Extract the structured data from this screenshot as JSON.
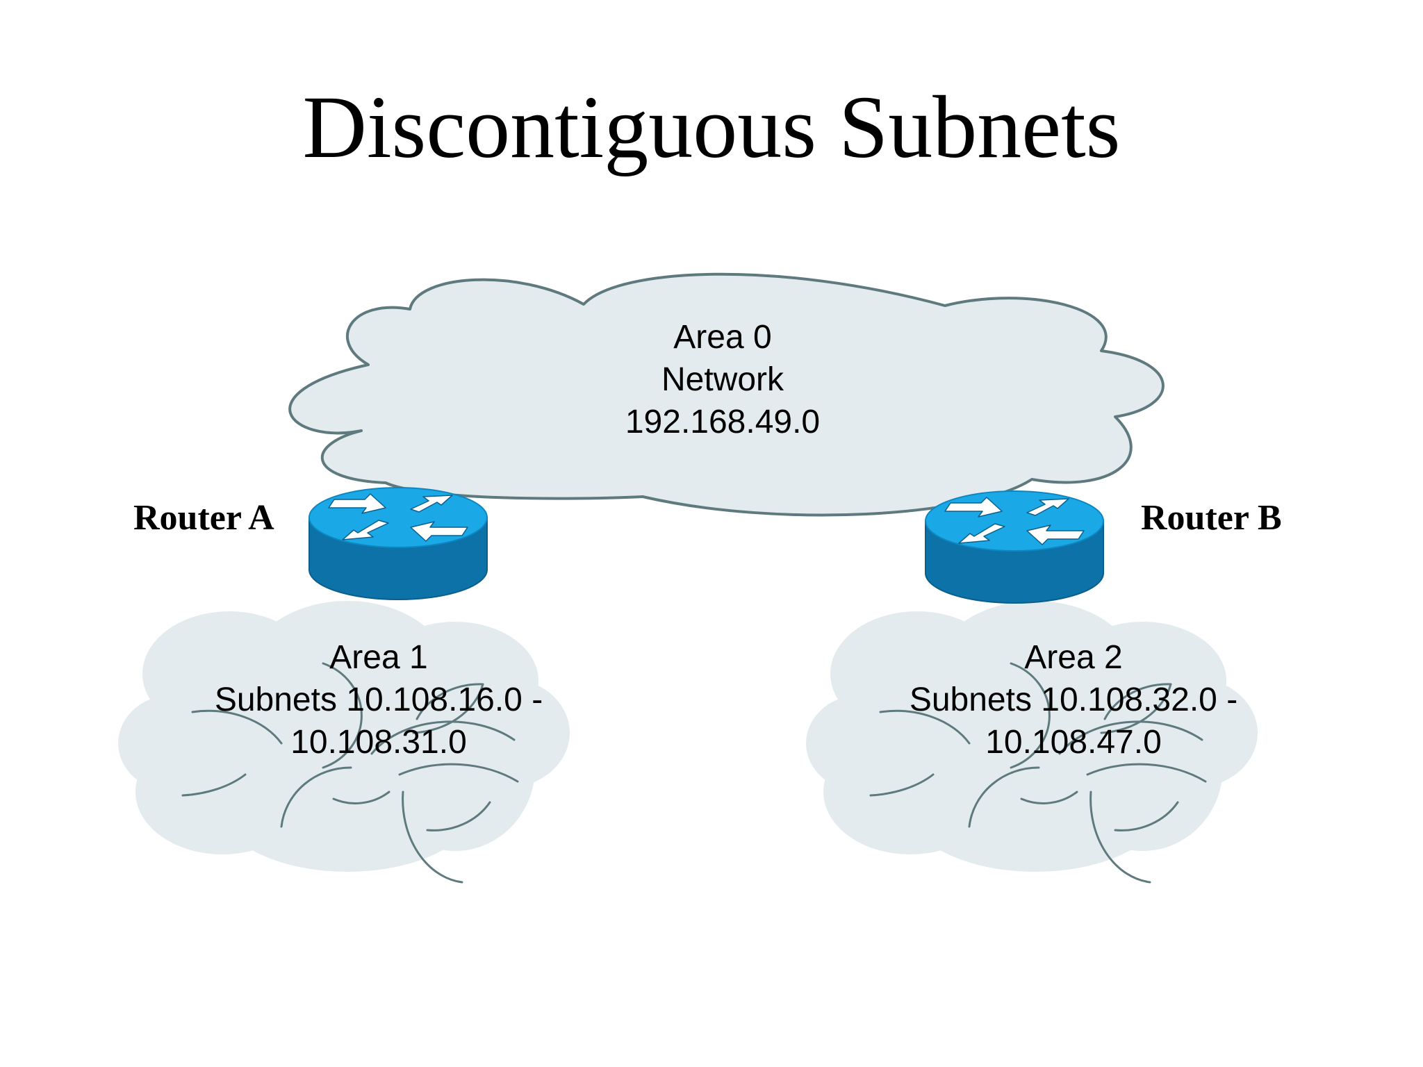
{
  "slide": {
    "title": "Discontiguous Subnets"
  },
  "backbone": {
    "line1": "Area 0",
    "line2": "Network",
    "line3": "192.168.49.0"
  },
  "routers": [
    {
      "label": "Router A"
    },
    {
      "label": "Router B"
    }
  ],
  "areas": [
    {
      "line1": "Area 1",
      "line2": "Subnets 10.108.16.0 -",
      "line3": "10.108.31.0"
    },
    {
      "line1": "Area 2",
      "line2": "Subnets 10.108.32.0 -",
      "line3": "10.108.47.0"
    }
  ],
  "colors": {
    "cloud_fill": "#e4ebee",
    "cloud_stroke": "#5e7a7f",
    "router_top": "#1aa9e6",
    "router_side": "#0d72a8",
    "router_arrow": "#ffffff"
  },
  "icons": {
    "router": "router-icon",
    "cloud": "network-cloud"
  }
}
